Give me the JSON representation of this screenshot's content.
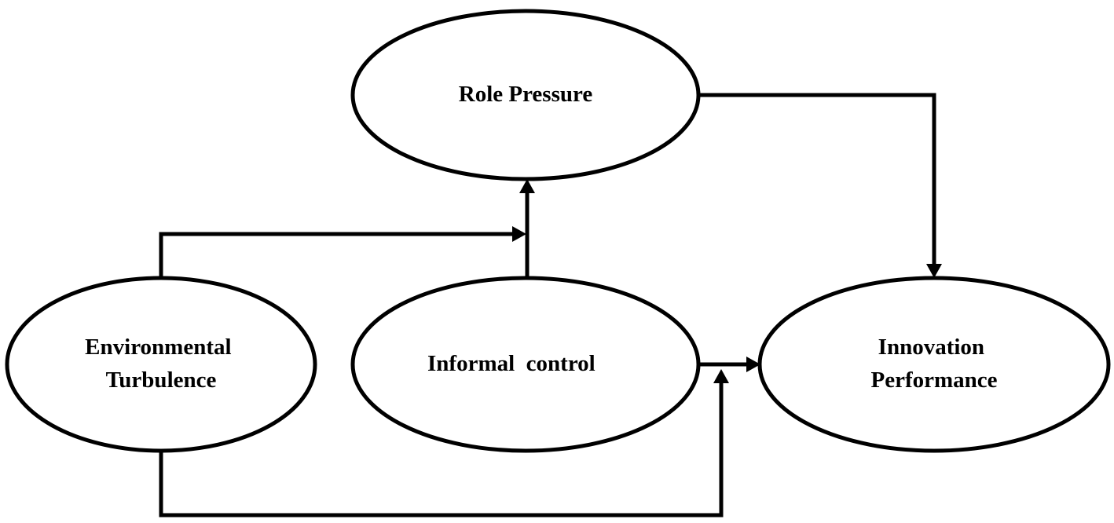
{
  "nodes": {
    "role_pressure": {
      "lines": [
        "Role Pressure"
      ]
    },
    "environmental_turbulence": {
      "lines": [
        "Environmental",
        "Turbulence"
      ]
    },
    "informal_control": {
      "lines": [
        "Informal  control"
      ]
    },
    "innovation_performance": {
      "lines": [
        "Innovation",
        "Performance"
      ]
    }
  },
  "colors": {
    "stroke": "#000000",
    "background": "#ffffff"
  }
}
